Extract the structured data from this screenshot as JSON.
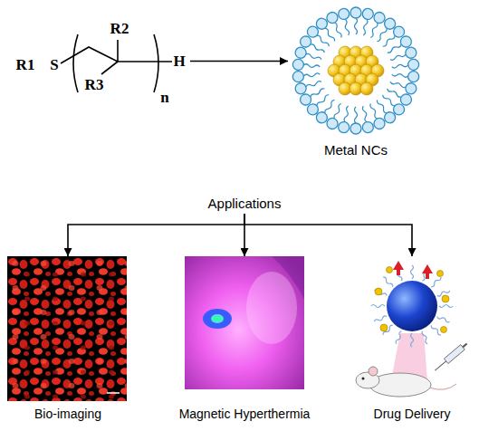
{
  "diagram": {
    "nodes": [
      {
        "text": [
          "R1",
          "S",
          "R2",
          "R3",
          "n",
          "H"
        ]
      },
      {
        "text": [
          "Metal NCs"
        ]
      },
      {
        "text": [
          "Applications"
        ]
      },
      {
        "text": [
          "Bio-imaging"
        ]
      },
      {
        "text": [
          "Magnetic Hyperthermia"
        ]
      },
      {
        "text": [
          "Drug Delivery"
        ]
      }
    ],
    "edges": [
      {
        "from": 0,
        "to": 1,
        "arrow": "to"
      },
      {
        "from": 2,
        "to": 3,
        "arrow": "to"
      },
      {
        "from": 2,
        "to": 4,
        "arrow": "to"
      },
      {
        "from": 2,
        "to": 5,
        "arrow": "to"
      }
    ]
  }
}
